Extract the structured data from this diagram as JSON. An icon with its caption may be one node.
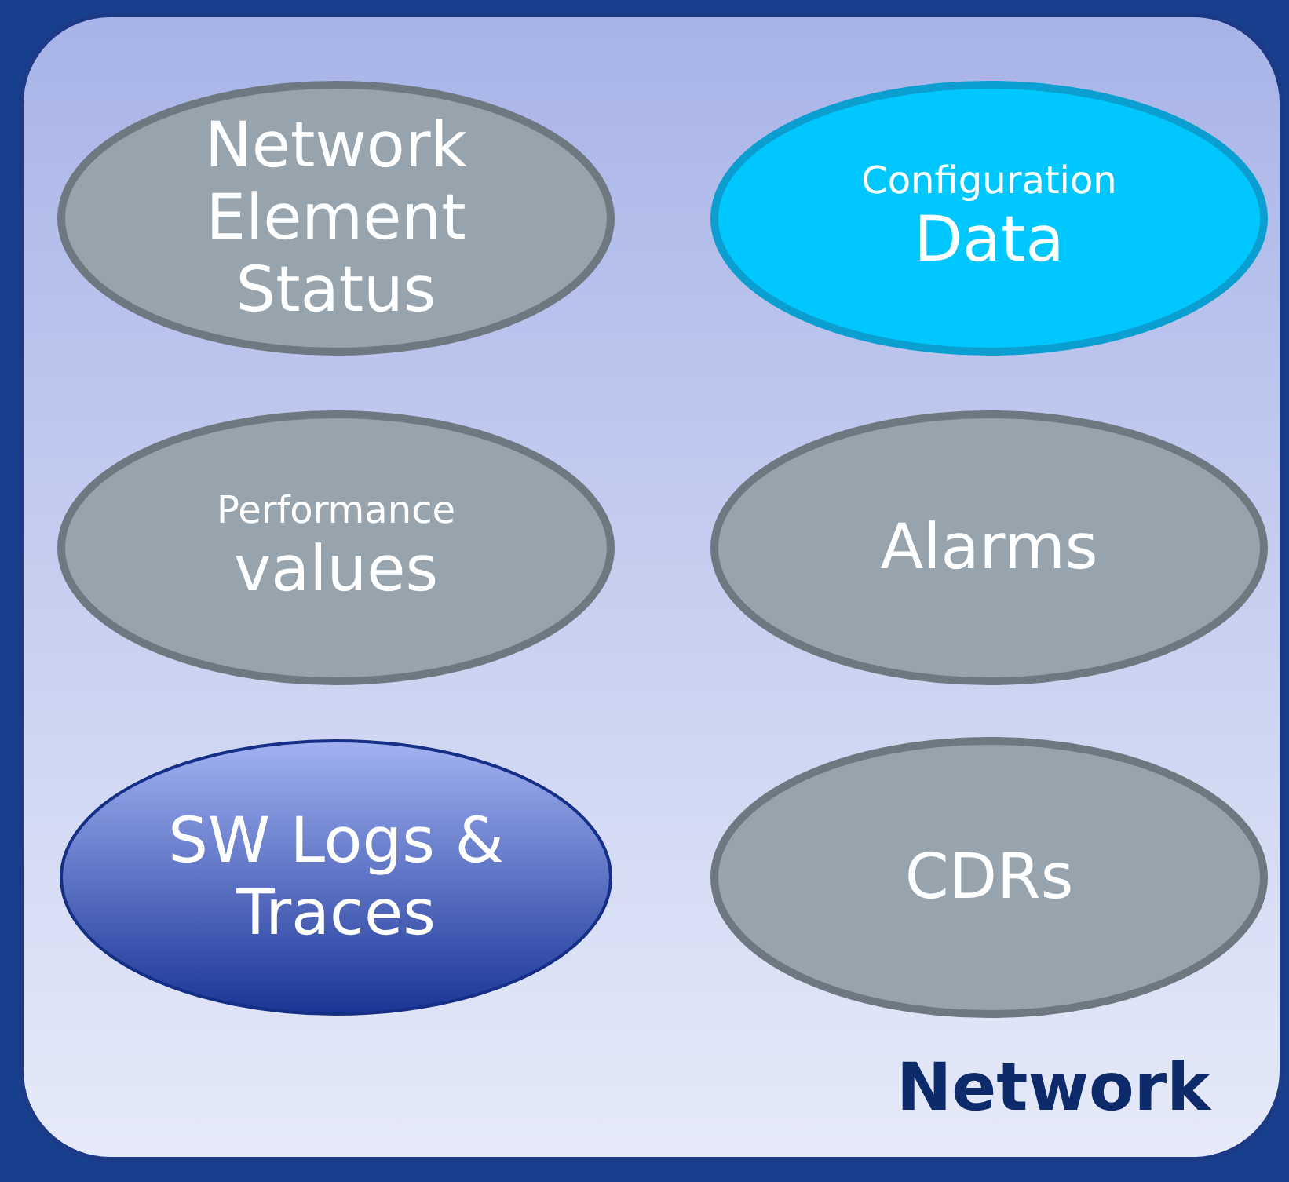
{
  "diagram": {
    "nodes": [
      {
        "text": [
          "Network"
        ]
      },
      {
        "text": [
          "Network Element Status"
        ],
        "in": 0
      },
      {
        "text": [
          "Configuration",
          "Data"
        ],
        "in": 0
      },
      {
        "text": [
          "Performance",
          "values"
        ],
        "in": 0
      },
      {
        "text": [
          "Alarms"
        ],
        "in": 0
      },
      {
        "text": [
          "SW Logs & Traces"
        ],
        "in": 0
      },
      {
        "text": [
          "CDRs"
        ],
        "in": 0
      }
    ]
  }
}
